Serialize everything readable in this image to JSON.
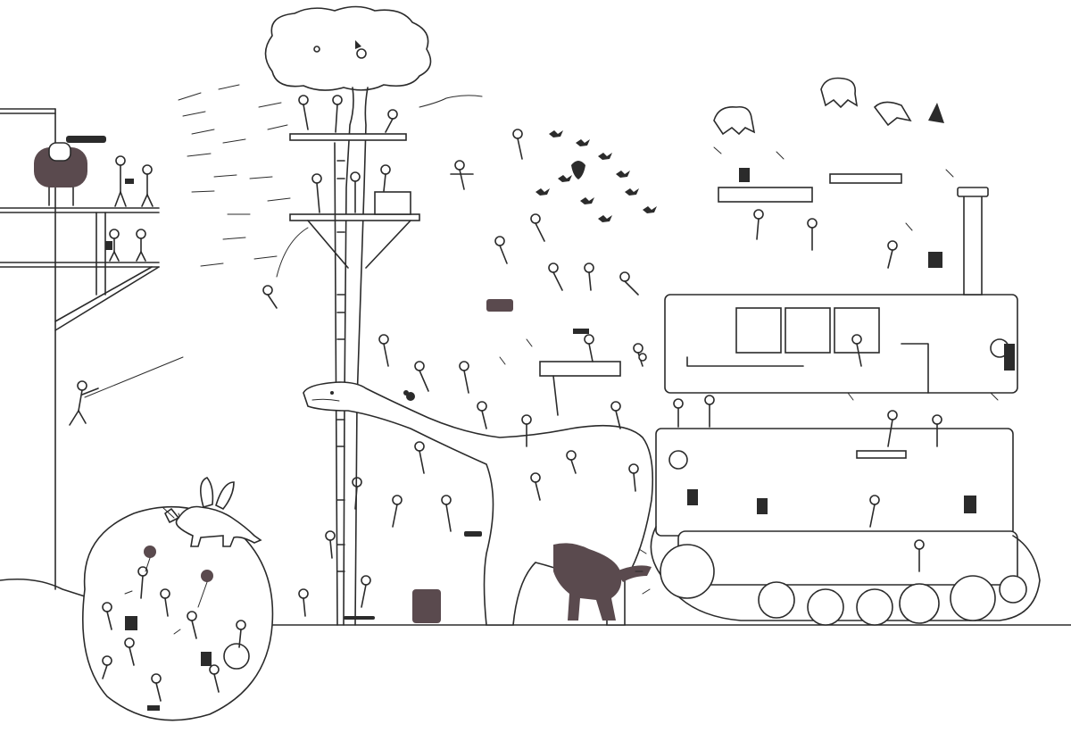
{
  "image": {
    "style": "black ink line illustration, muted mauve-brown accent fills",
    "colors": {
      "ink": "#2b2b2b",
      "accent": "#5a4a4e",
      "paper": "#ffffff"
    }
  },
  "scene_elements": [
    {
      "name": "scaffold-tower",
      "icon": "scaffold-icon"
    },
    {
      "name": "treehouse",
      "icon": "tree-icon"
    },
    {
      "name": "dinosaur",
      "icon": "dinosaur-icon"
    },
    {
      "name": "tank-machine",
      "icon": "tank-icon"
    },
    {
      "name": "bubble-sphere",
      "icon": "sphere-icon"
    },
    {
      "name": "pegasus",
      "icon": "winged-horse-icon"
    },
    {
      "name": "crow-flock",
      "icon": "bird-icon"
    },
    {
      "name": "ghosts",
      "icon": "ghost-icon"
    },
    {
      "name": "balloons",
      "icon": "balloon-icon"
    },
    {
      "name": "small-raptor",
      "icon": "dinosaur-icon"
    }
  ]
}
